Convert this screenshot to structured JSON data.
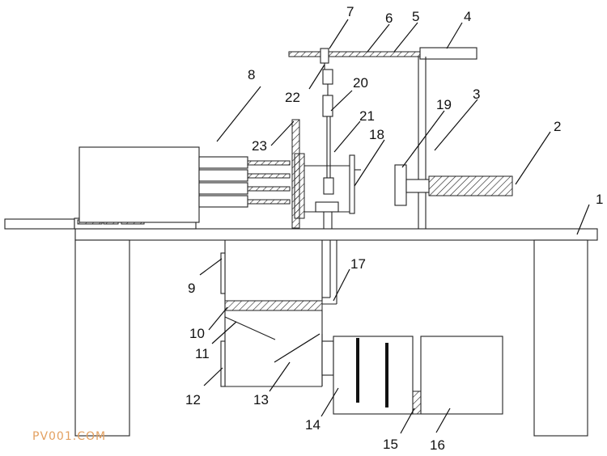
{
  "labels": {
    "l1": "1",
    "l2": "2",
    "l3": "3",
    "l4": "4",
    "l5": "5",
    "l6": "6",
    "l7": "7",
    "l8": "8",
    "l9": "9",
    "l10": "10",
    "l11": "11",
    "l12": "12",
    "l13": "13",
    "l14": "14",
    "l15": "15",
    "l16": "16",
    "l17": "17",
    "l18": "18",
    "l19": "19",
    "l20": "20",
    "l21": "21",
    "l22": "22",
    "l23": "23"
  },
  "watermark": "PV001.COM"
}
